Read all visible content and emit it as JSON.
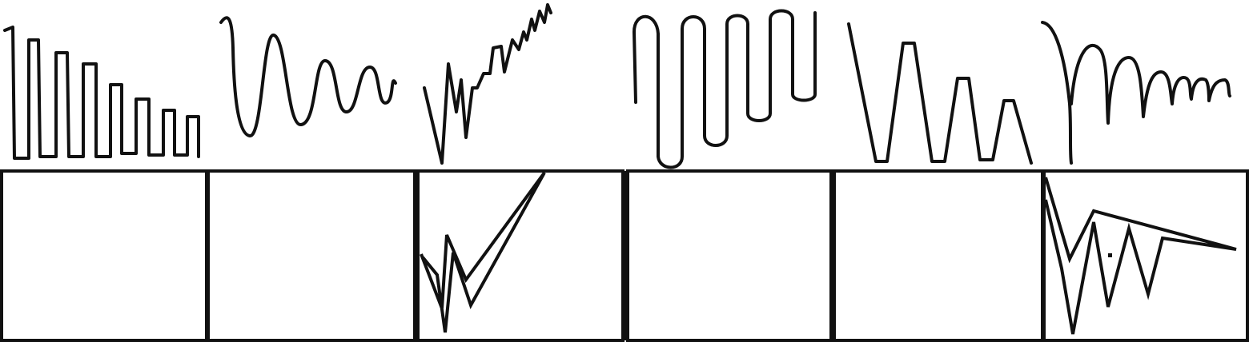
{
  "stroke_color": "#111111",
  "background_color": "#ffffff",
  "samples": [
    {
      "id": "square-wave-decreasing",
      "shape": "square-wave"
    },
    {
      "id": "sine-wave-decaying",
      "shape": "sine-wave"
    },
    {
      "id": "sawtooth-rising",
      "shape": "sawtooth"
    },
    {
      "id": "square-wave-tall",
      "shape": "square-wave"
    },
    {
      "id": "trapezoid-wave-decreasing",
      "shape": "trapezoid-wave"
    },
    {
      "id": "arch-wave-decaying",
      "shape": "arch-wave"
    }
  ],
  "answer_cells": [
    {
      "id": "cell-1",
      "filled": false
    },
    {
      "id": "cell-2",
      "filled": false
    },
    {
      "id": "cell-3",
      "filled": true
    },
    {
      "id": "cell-4",
      "filled": false
    },
    {
      "id": "cell-5",
      "filled": false
    },
    {
      "id": "cell-6",
      "filled": true
    }
  ]
}
